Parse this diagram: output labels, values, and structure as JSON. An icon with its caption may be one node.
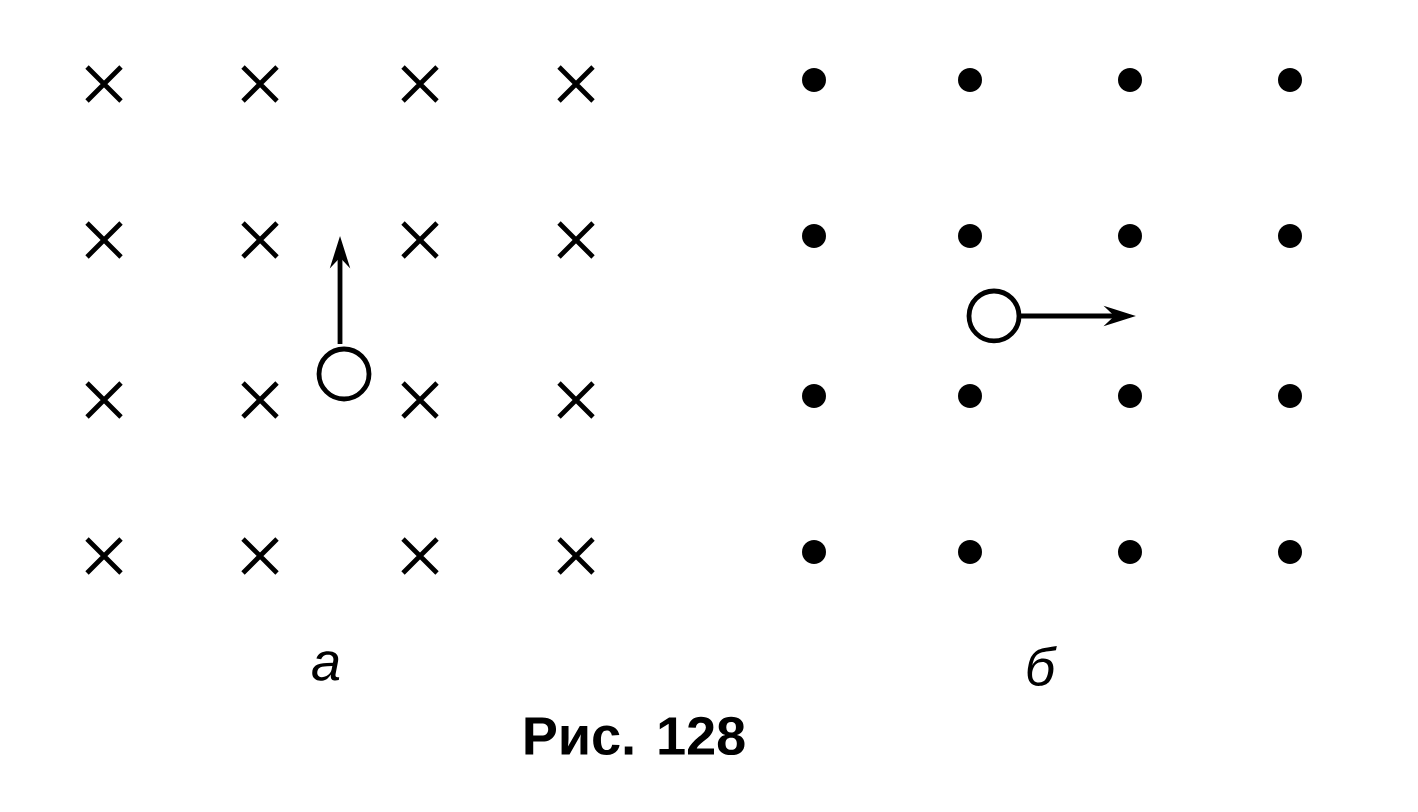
{
  "diagram": {
    "caption": "Рис. 128",
    "labels": [
      "а",
      "б"
    ]
  }
}
